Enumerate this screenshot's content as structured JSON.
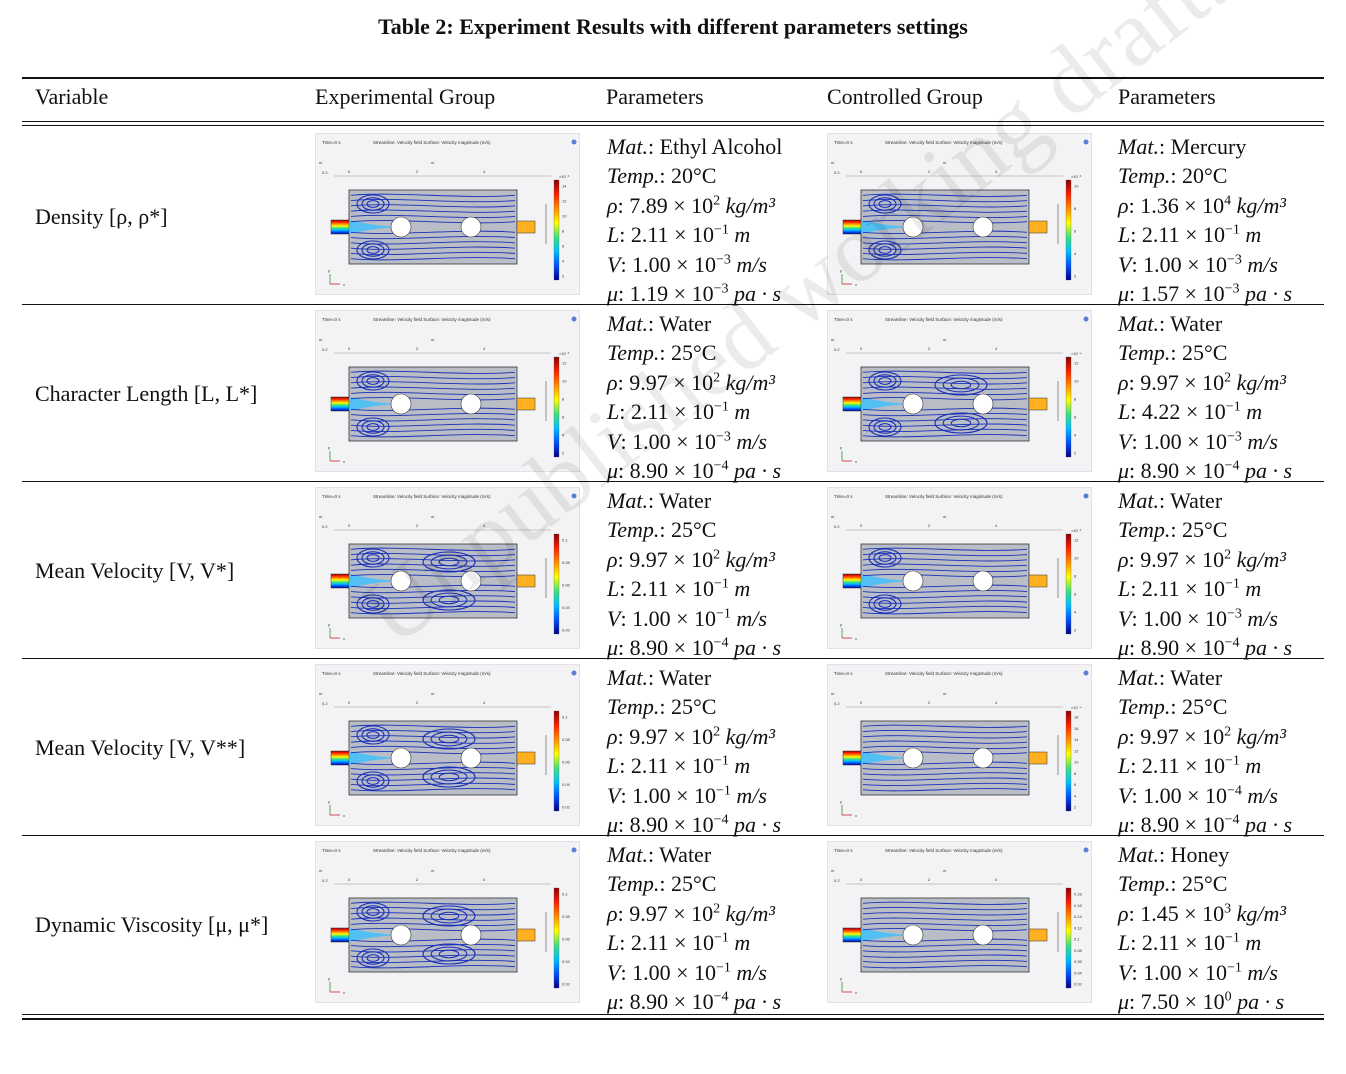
{
  "title": "Table 2: Experiment Results with different parameters settings",
  "headers": [
    "Variable",
    "Experimental Group",
    "Parameters",
    "Controlled Group",
    "Parameters"
  ],
  "sim_labels": {
    "time": "Time=0 s",
    "plot_title": "Streamline: Velocity field Surface: Velocity magnitude (m/s)",
    "unit": "m",
    "y0": "0.2",
    "ticks": [
      "0",
      "2",
      "4"
    ],
    "axis_y": "y",
    "axis_x": "x"
  },
  "colormap": [
    "#8b0000",
    "#ff2000",
    "#ff8c00",
    "#ffff00",
    "#40e080",
    "#00c0ff",
    "#0050ff",
    "#00008b"
  ],
  "rows": [
    {
      "variable": "Density [ρ, ρ*]",
      "exp": {
        "scale_exp": "×10⁻³",
        "legend": [
          "14",
          "12",
          "10",
          "8",
          "6",
          "4",
          "2"
        ],
        "vortex_level": 1,
        "params": {
          "mat": "Ethyl Alcohol",
          "temp": "20°C",
          "rho_m": "7.89",
          "rho_e": "2",
          "L_m": "2.11",
          "L_e": "−1",
          "V_m": "1.00",
          "V_e": "−3",
          "mu_m": "1.19",
          "mu_e": "−3"
        }
      },
      "ctrl": {
        "scale_exp": "×10⁻³",
        "legend": [
          "10",
          "8",
          "6",
          "4",
          "2"
        ],
        "vortex_level": 1,
        "params": {
          "mat": "Mercury",
          "temp": "20°C",
          "rho_m": "1.36",
          "rho_e": "4",
          "L_m": "2.11",
          "L_e": "−1",
          "V_m": "1.00",
          "V_e": "−3",
          "mu_m": "1.57",
          "mu_e": "−3"
        }
      }
    },
    {
      "variable": "Character Length [L, L*]",
      "exp": {
        "scale_exp": "×10⁻³",
        "legend": [
          "12",
          "10",
          "8",
          "6",
          "4",
          "2"
        ],
        "vortex_level": 1,
        "params": {
          "mat": "Water",
          "temp": "25°C",
          "rho_m": "9.97",
          "rho_e": "2",
          "L_m": "2.11",
          "L_e": "−1",
          "V_m": "1.00",
          "V_e": "−3",
          "mu_m": "8.90",
          "mu_e": "−4"
        }
      },
      "ctrl": {
        "scale_exp": "×10⁻⁴",
        "legend": [
          "12",
          "10",
          "8",
          "6",
          "4",
          "2"
        ],
        "vortex_level": 2,
        "params": {
          "mat": "Water",
          "temp": "25°C",
          "rho_m": "9.97",
          "rho_e": "2",
          "L_m": "4.22",
          "L_e": "−1",
          "V_m": "1.00",
          "V_e": "−3",
          "mu_m": "8.90",
          "mu_e": "−4"
        }
      }
    },
    {
      "variable": "Mean Velocity [V, V*]",
      "exp": {
        "scale_exp": "",
        "legend": [
          "0.1",
          "0.08",
          "0.06",
          "0.04",
          "0.02"
        ],
        "vortex_level": 2,
        "params": {
          "mat": "Water",
          "temp": "25°C",
          "rho_m": "9.97",
          "rho_e": "2",
          "L_m": "2.11",
          "L_e": "−1",
          "V_m": "1.00",
          "V_e": "−1",
          "mu_m": "8.90",
          "mu_e": "−4"
        }
      },
      "ctrl": {
        "scale_exp": "×10⁻³",
        "legend": [
          "12",
          "10",
          "8",
          "6",
          "4",
          "2"
        ],
        "vortex_level": 1,
        "params": {
          "mat": "Water",
          "temp": "25°C",
          "rho_m": "9.97",
          "rho_e": "2",
          "L_m": "2.11",
          "L_e": "−1",
          "V_m": "1.00",
          "V_e": "−3",
          "mu_m": "8.90",
          "mu_e": "−4"
        }
      }
    },
    {
      "variable": "Mean Velocity [V, V**]",
      "exp": {
        "scale_exp": "",
        "legend": [
          "0.1",
          "0.08",
          "0.06",
          "0.04",
          "0.02"
        ],
        "vortex_level": 2,
        "params": {
          "mat": "Water",
          "temp": "25°C",
          "rho_m": "9.97",
          "rho_e": "2",
          "L_m": "2.11",
          "L_e": "−1",
          "V_m": "1.00",
          "V_e": "−1",
          "mu_m": "8.90",
          "mu_e": "−4"
        }
      },
      "ctrl": {
        "scale_exp": "×10⁻⁴",
        "legend": [
          "18",
          "16",
          "14",
          "12",
          "10",
          "8",
          "6",
          "4",
          "2"
        ],
        "vortex_level": 0,
        "params": {
          "mat": "Water",
          "temp": "25°C",
          "rho_m": "9.97",
          "rho_e": "2",
          "L_m": "2.11",
          "L_e": "−1",
          "V_m": "1.00",
          "V_e": "−4",
          "mu_m": "8.90",
          "mu_e": "−4"
        }
      }
    },
    {
      "variable": "Dynamic Viscosity [μ, μ*]",
      "exp": {
        "scale_exp": "",
        "legend": [
          "0.1",
          "0.08",
          "0.06",
          "0.04",
          "0.02"
        ],
        "vortex_level": 2,
        "params": {
          "mat": "Water",
          "temp": "25°C",
          "rho_m": "9.97",
          "rho_e": "2",
          "L_m": "2.11",
          "L_e": "−1",
          "V_m": "1.00",
          "V_e": "−1",
          "mu_m": "8.90",
          "mu_e": "−4"
        }
      },
      "ctrl": {
        "scale_exp": "",
        "legend": [
          "0.18",
          "0.16",
          "0.14",
          "0.12",
          "0.1",
          "0.08",
          "0.06",
          "0.04",
          "0.02"
        ],
        "vortex_level": 0,
        "params": {
          "mat": "Honey",
          "temp": "25°C",
          "rho_m": "1.45",
          "rho_e": "3",
          "L_m": "2.11",
          "L_e": "−1",
          "V_m": "1.00",
          "V_e": "−1",
          "mu_m": "7.50",
          "mu_e": "0"
        }
      }
    }
  ],
  "param_labels": {
    "mat": "Mat.",
    "temp": "Temp.",
    "rho": "ρ",
    "L": "L",
    "V": "V",
    "mu": "μ",
    "times": "× 10",
    "rho_unit": "kg/m³",
    "L_unit": "m",
    "V_unit": "m/s",
    "mu_unit": "pa · s"
  },
  "watermark": "Unpublished working draft. Not for distribution."
}
